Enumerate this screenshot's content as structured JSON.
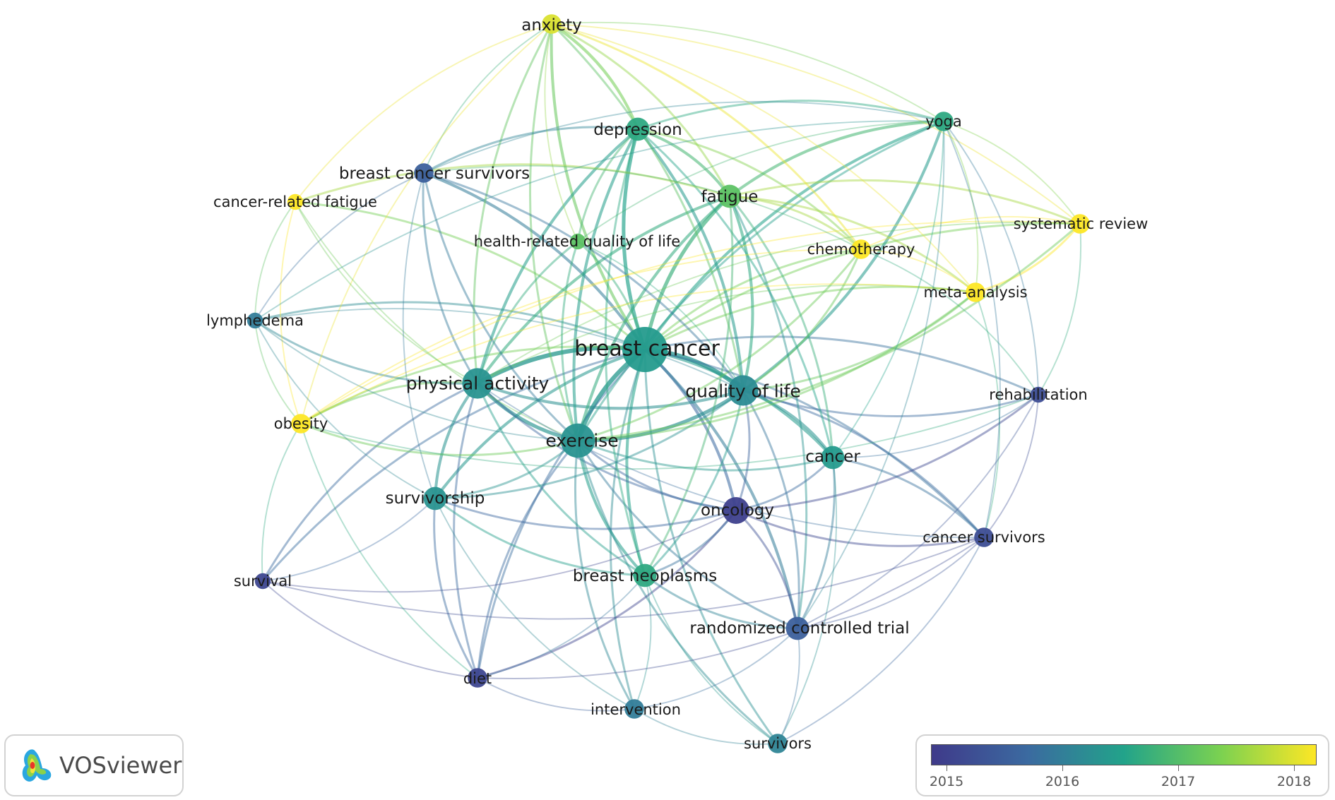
{
  "colors": {
    "ramp": [
      "#3f3a8a",
      "#3b6aa0",
      "#22a38a",
      "#7ad151",
      "#fde725"
    ]
  },
  "nodes": [
    {
      "id": "anxiety",
      "label": "anxiety",
      "year": 2017.8,
      "weight": 3
    },
    {
      "id": "depression",
      "label": "depression",
      "year": 2016.6,
      "weight": 4
    },
    {
      "id": "yoga",
      "label": "yoga",
      "year": 2016.6,
      "weight": 3
    },
    {
      "id": "bcs",
      "label": "breast cancer survivors",
      "year": 2015.6,
      "weight": 3
    },
    {
      "id": "fatigue",
      "label": "fatigue",
      "year": 2017.0,
      "weight": 4
    },
    {
      "id": "crf",
      "label": "cancer-related fatigue",
      "year": 2018.0,
      "weight": 2
    },
    {
      "id": "sysrev",
      "label": "systematic review",
      "year": 2018.0,
      "weight": 3
    },
    {
      "id": "hrqol",
      "label": "health-related quality of life",
      "year": 2017.0,
      "weight": 2
    },
    {
      "id": "chemo",
      "label": "chemotherapy",
      "year": 2018.0,
      "weight": 3
    },
    {
      "id": "meta",
      "label": "meta-analysis",
      "year": 2018.0,
      "weight": 3
    },
    {
      "id": "lymph",
      "label": "lymphedema",
      "year": 2016.0,
      "weight": 2
    },
    {
      "id": "bc",
      "label": "breast cancer",
      "year": 2016.4,
      "weight": 10
    },
    {
      "id": "pa",
      "label": "physical activity",
      "year": 2016.3,
      "weight": 6
    },
    {
      "id": "qol",
      "label": "quality of life",
      "year": 2016.2,
      "weight": 6
    },
    {
      "id": "rehab",
      "label": "rehabilitation",
      "year": 2015.3,
      "weight": 2
    },
    {
      "id": "obesity",
      "label": "obesity",
      "year": 2018.0,
      "weight": 3
    },
    {
      "id": "exercise",
      "label": "exercise",
      "year": 2016.3,
      "weight": 7
    },
    {
      "id": "cancer",
      "label": "cancer",
      "year": 2016.4,
      "weight": 4
    },
    {
      "id": "surv",
      "label": "survivorship",
      "year": 2016.3,
      "weight": 4
    },
    {
      "id": "onc",
      "label": "oncology",
      "year": 2015.1,
      "weight": 5
    },
    {
      "id": "cs",
      "label": "cancer survivors",
      "year": 2015.3,
      "weight": 3
    },
    {
      "id": "survival",
      "label": "survival",
      "year": 2015.2,
      "weight": 2
    },
    {
      "id": "bn",
      "label": "breast neoplasms",
      "year": 2016.6,
      "weight": 4
    },
    {
      "id": "rct",
      "label": "randomized controlled trial",
      "year": 2015.6,
      "weight": 4
    },
    {
      "id": "diet",
      "label": "diet",
      "year": 2015.2,
      "weight": 3
    },
    {
      "id": "interv",
      "label": "intervention",
      "year": 2016.0,
      "weight": 3
    },
    {
      "id": "survivors",
      "label": "survivors",
      "year": 2016.1,
      "weight": 3
    }
  ],
  "links": [
    [
      "bc",
      "pa",
      5
    ],
    [
      "bc",
      "qol",
      5
    ],
    [
      "bc",
      "exercise",
      5
    ],
    [
      "bc",
      "depression",
      4
    ],
    [
      "bc",
      "fatigue",
      4
    ],
    [
      "bc",
      "anxiety",
      3
    ],
    [
      "bc",
      "yoga",
      3
    ],
    [
      "bc",
      "bcs",
      3
    ],
    [
      "bc",
      "surv",
      3
    ],
    [
      "bc",
      "onc",
      3
    ],
    [
      "bc",
      "cancer",
      3
    ],
    [
      "bc",
      "bn",
      3
    ],
    [
      "bc",
      "rct",
      3
    ],
    [
      "bc",
      "hrqol",
      2
    ],
    [
      "bc",
      "chemo",
      2
    ],
    [
      "bc",
      "meta",
      2
    ],
    [
      "bc",
      "sysrev",
      2
    ],
    [
      "bc",
      "lymph",
      2
    ],
    [
      "bc",
      "obesity",
      2
    ],
    [
      "bc",
      "diet",
      2
    ],
    [
      "bc",
      "interv",
      2
    ],
    [
      "bc",
      "survivors",
      2
    ],
    [
      "bc",
      "crf",
      2
    ],
    [
      "bc",
      "rehab",
      2
    ],
    [
      "bc",
      "cs",
      2
    ],
    [
      "bc",
      "survival",
      2
    ],
    [
      "pa",
      "exercise",
      4
    ],
    [
      "pa",
      "qol",
      3
    ],
    [
      "pa",
      "depression",
      3
    ],
    [
      "pa",
      "fatigue",
      3
    ],
    [
      "pa",
      "surv",
      3
    ],
    [
      "pa",
      "anxiety",
      2
    ],
    [
      "pa",
      "bcs",
      2
    ],
    [
      "pa",
      "obesity",
      2
    ],
    [
      "pa",
      "lymph",
      2
    ],
    [
      "pa",
      "diet",
      2
    ],
    [
      "pa",
      "survival",
      2
    ],
    [
      "pa",
      "onc",
      2
    ],
    [
      "pa",
      "bn",
      2
    ],
    [
      "exercise",
      "qol",
      4
    ],
    [
      "exercise",
      "fatigue",
      3
    ],
    [
      "exercise",
      "depression",
      3
    ],
    [
      "exercise",
      "anxiety",
      2
    ],
    [
      "exercise",
      "bn",
      3
    ],
    [
      "exercise",
      "surv",
      2
    ],
    [
      "exercise",
      "onc",
      2
    ],
    [
      "exercise",
      "cancer",
      2
    ],
    [
      "exercise",
      "rct",
      2
    ],
    [
      "exercise",
      "yoga",
      2
    ],
    [
      "exercise",
      "interv",
      2
    ],
    [
      "exercise",
      "diet",
      2
    ],
    [
      "exercise",
      "survivors",
      2
    ],
    [
      "exercise",
      "chemo",
      2
    ],
    [
      "exercise",
      "obesity",
      2
    ],
    [
      "qol",
      "fatigue",
      3
    ],
    [
      "qol",
      "depression",
      3
    ],
    [
      "qol",
      "yoga",
      3
    ],
    [
      "qol",
      "cancer",
      3
    ],
    [
      "qol",
      "onc",
      2
    ],
    [
      "qol",
      "rct",
      2
    ],
    [
      "qol",
      "anxiety",
      2
    ],
    [
      "qol",
      "chemo",
      2
    ],
    [
      "qol",
      "rehab",
      2
    ],
    [
      "qol",
      "bn",
      2
    ],
    [
      "qol",
      "cs",
      2
    ],
    [
      "qol",
      "meta",
      2
    ],
    [
      "qol",
      "surv",
      2
    ],
    [
      "depression",
      "anxiety",
      3
    ],
    [
      "depression",
      "fatigue",
      3
    ],
    [
      "depression",
      "yoga",
      2
    ],
    [
      "depression",
      "hrqol",
      2
    ],
    [
      "depression",
      "bcs",
      2
    ],
    [
      "depression",
      "cancer",
      2
    ],
    [
      "depression",
      "bn",
      2
    ],
    [
      "depression",
      "chemo",
      2
    ],
    [
      "fatigue",
      "anxiety",
      2
    ],
    [
      "fatigue",
      "yoga",
      3
    ],
    [
      "fatigue",
      "chemo",
      2
    ],
    [
      "fatigue",
      "cancer",
      2
    ],
    [
      "fatigue",
      "crf",
      2
    ],
    [
      "fatigue",
      "bn",
      2
    ],
    [
      "fatigue",
      "sysrev",
      2
    ],
    [
      "fatigue",
      "meta",
      2
    ],
    [
      "fatigue",
      "rct",
      2
    ],
    [
      "anxiety",
      "yoga",
      1
    ],
    [
      "anxiety",
      "sysrev",
      1
    ],
    [
      "anxiety",
      "meta",
      1
    ],
    [
      "anxiety",
      "chemo",
      2
    ],
    [
      "anxiety",
      "hrqol",
      1
    ],
    [
      "anxiety",
      "bcs",
      1
    ],
    [
      "anxiety",
      "crf",
      1
    ],
    [
      "anxiety",
      "obesity",
      1
    ],
    [
      "sysrev",
      "meta",
      2
    ],
    [
      "sysrev",
      "chemo",
      1
    ],
    [
      "sysrev",
      "yoga",
      1
    ],
    [
      "sysrev",
      "obesity",
      1
    ],
    [
      "sysrev",
      "exercise",
      2
    ],
    [
      "sysrev",
      "pa",
      1
    ],
    [
      "sysrev",
      "rehab",
      1
    ],
    [
      "meta",
      "chemo",
      1
    ],
    [
      "meta",
      "yoga",
      1
    ],
    [
      "meta",
      "exercise",
      2
    ],
    [
      "meta",
      "pa",
      1
    ],
    [
      "meta",
      "obesity",
      1
    ],
    [
      "meta",
      "cs",
      1
    ],
    [
      "crf",
      "pa",
      1
    ],
    [
      "crf",
      "obesity",
      1
    ],
    [
      "crf",
      "exercise",
      1
    ],
    [
      "crf",
      "lymph",
      1
    ],
    [
      "onc",
      "cancer",
      2
    ],
    [
      "onc",
      "rehab",
      2
    ],
    [
      "onc",
      "cs",
      2
    ],
    [
      "onc",
      "diet",
      2
    ],
    [
      "onc",
      "survival",
      1
    ],
    [
      "onc",
      "rct",
      2
    ],
    [
      "onc",
      "bn",
      2
    ],
    [
      "onc",
      "surv",
      2
    ],
    [
      "cancer",
      "rct",
      2
    ],
    [
      "cancer",
      "cs",
      2
    ],
    [
      "cancer",
      "survivors",
      1
    ],
    [
      "cancer",
      "rehab",
      1
    ],
    [
      "cancer",
      "yoga",
      1
    ],
    [
      "rct",
      "bn",
      2
    ],
    [
      "rct",
      "interv",
      1
    ],
    [
      "rct",
      "survivors",
      1
    ],
    [
      "rct",
      "rehab",
      1
    ],
    [
      "rct",
      "cs",
      1
    ],
    [
      "rct",
      "yoga",
      1
    ],
    [
      "bn",
      "interv",
      1
    ],
    [
      "bn",
      "diet",
      1
    ],
    [
      "bn",
      "survivors",
      1
    ],
    [
      "bn",
      "surv",
      2
    ],
    [
      "surv",
      "survival",
      1
    ],
    [
      "surv",
      "diet",
      2
    ],
    [
      "surv",
      "interv",
      1
    ],
    [
      "surv",
      "lymph",
      1
    ],
    [
      "bcs",
      "lymph",
      1
    ],
    [
      "bcs",
      "surv",
      1
    ],
    [
      "bcs",
      "yoga",
      1
    ],
    [
      "bcs",
      "chemo",
      1
    ],
    [
      "bcs",
      "qol",
      2
    ],
    [
      "bcs",
      "exercise",
      2
    ],
    [
      "lymph",
      "obesity",
      1
    ],
    [
      "lymph",
      "exercise",
      1
    ],
    [
      "lymph",
      "qol",
      1
    ],
    [
      "lymph",
      "yoga",
      1
    ],
    [
      "diet",
      "interv",
      1
    ],
    [
      "diet",
      "survival",
      1
    ],
    [
      "diet",
      "obesity",
      1
    ],
    [
      "diet",
      "cs",
      1
    ],
    [
      "cs",
      "rehab",
      1
    ],
    [
      "cs",
      "survivors",
      1
    ],
    [
      "cs",
      "pa",
      1
    ],
    [
      "survival",
      "obesity",
      1
    ],
    [
      "survival",
      "cs",
      1
    ],
    [
      "interv",
      "survivors",
      1
    ],
    [
      "hrqol",
      "pa",
      2
    ],
    [
      "hrqol",
      "exercise",
      2
    ],
    [
      "hrqol",
      "qol",
      1
    ],
    [
      "hrqol",
      "yoga",
      1
    ],
    [
      "chemo",
      "obesity",
      1
    ],
    [
      "chemo",
      "rehab",
      1
    ],
    [
      "yoga",
      "rehab",
      1
    ],
    [
      "yoga",
      "cs",
      1
    ],
    [
      "rehab",
      "obesity",
      1
    ]
  ],
  "legend": {
    "ticks": [
      "2015",
      "2016",
      "2017",
      "2018"
    ]
  },
  "brand": {
    "name": "VOSviewer"
  }
}
